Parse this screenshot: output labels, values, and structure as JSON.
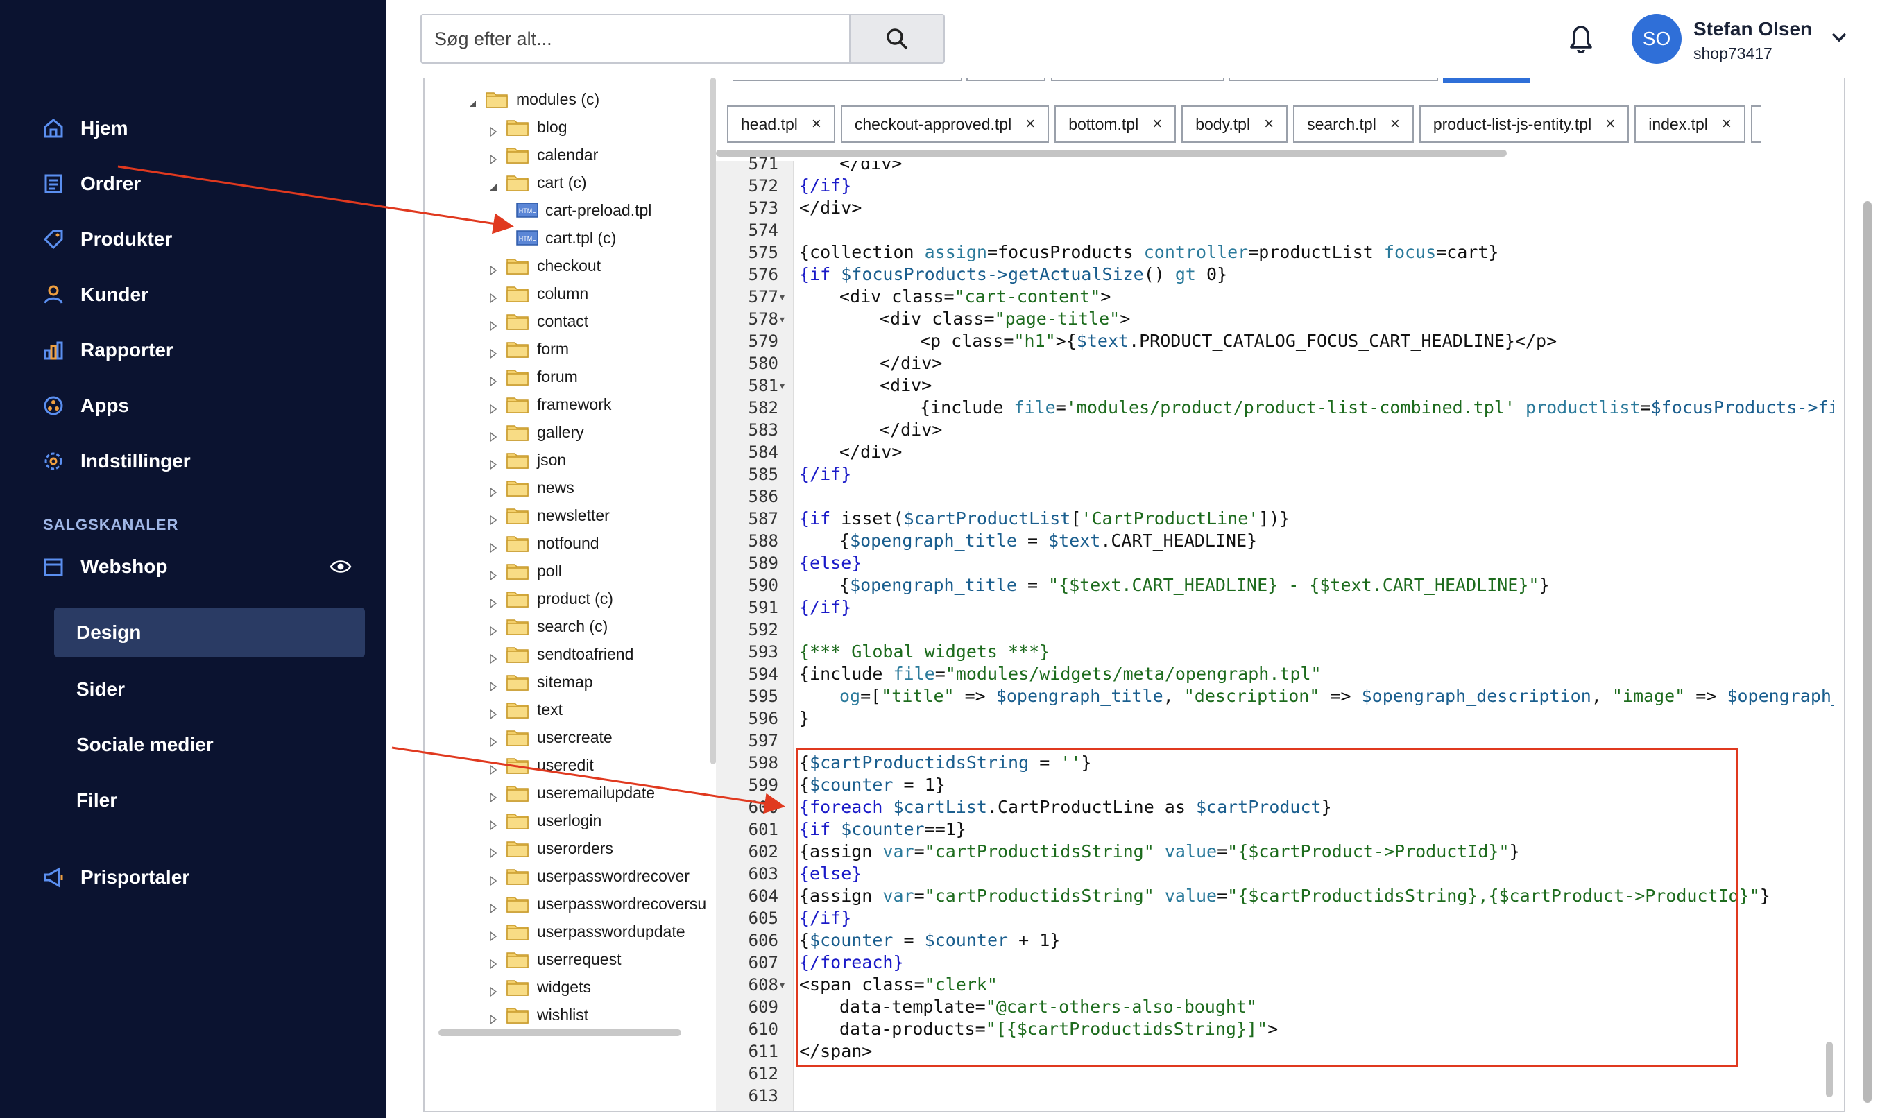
{
  "sidebar": {
    "items": [
      {
        "label": "Hjem",
        "icon": "home-icon"
      },
      {
        "label": "Ordrer",
        "icon": "orders-icon"
      },
      {
        "label": "Produkter",
        "icon": "tag-icon"
      },
      {
        "label": "Kunder",
        "icon": "user-icon"
      },
      {
        "label": "Rapporter",
        "icon": "bar-chart-icon"
      },
      {
        "label": "Apps",
        "icon": "apps-icon"
      },
      {
        "label": "Indstillinger",
        "icon": "gear-icon"
      }
    ],
    "section_label": "SALGSKANALER",
    "webshop": {
      "label": "Webshop",
      "icon": "store-icon",
      "visibility_icon": "eye-icon"
    },
    "subitems": [
      {
        "label": "Design",
        "active": true
      },
      {
        "label": "Sider",
        "active": false
      },
      {
        "label": "Sociale medier",
        "active": false
      },
      {
        "label": "Filer",
        "active": false
      }
    ],
    "prisportaler": {
      "label": "Prisportaler",
      "icon": "megaphone-icon"
    }
  },
  "topbar": {
    "search_placeholder": "Søg efter alt...",
    "user": {
      "initials": "SO",
      "name": "Stefan Olsen",
      "shop": "shop73417"
    }
  },
  "tree": {
    "items": [
      {
        "label": "modules (c)",
        "type": "folder",
        "state": "open",
        "indent": 0
      },
      {
        "label": "blog",
        "type": "folder",
        "state": "closed",
        "indent": 1
      },
      {
        "label": "calendar",
        "type": "folder",
        "state": "closed",
        "indent": 1
      },
      {
        "label": "cart (c)",
        "type": "folder",
        "state": "open",
        "indent": 1
      },
      {
        "label": "cart-preload.tpl",
        "type": "file",
        "indent": 2
      },
      {
        "label": "cart.tpl (c)",
        "type": "file",
        "indent": 2
      },
      {
        "label": "checkout",
        "type": "folder",
        "state": "closed",
        "indent": 1
      },
      {
        "label": "column",
        "type": "folder",
        "state": "closed",
        "indent": 1
      },
      {
        "label": "contact",
        "type": "folder",
        "state": "closed",
        "indent": 1
      },
      {
        "label": "form",
        "type": "folder",
        "state": "closed",
        "indent": 1
      },
      {
        "label": "forum",
        "type": "folder",
        "state": "closed",
        "indent": 1
      },
      {
        "label": "framework",
        "type": "folder",
        "state": "closed",
        "indent": 1
      },
      {
        "label": "gallery",
        "type": "folder",
        "state": "closed",
        "indent": 1
      },
      {
        "label": "json",
        "type": "folder",
        "state": "closed",
        "indent": 1
      },
      {
        "label": "news",
        "type": "folder",
        "state": "closed",
        "indent": 1
      },
      {
        "label": "newsletter",
        "type": "folder",
        "state": "closed",
        "indent": 1
      },
      {
        "label": "notfound",
        "type": "folder",
        "state": "closed",
        "indent": 1
      },
      {
        "label": "poll",
        "type": "folder",
        "state": "closed",
        "indent": 1
      },
      {
        "label": "product (c)",
        "type": "folder",
        "state": "closed",
        "indent": 1
      },
      {
        "label": "search (c)",
        "type": "folder",
        "state": "closed",
        "indent": 1
      },
      {
        "label": "sendtoafriend",
        "type": "folder",
        "state": "closed",
        "indent": 1
      },
      {
        "label": "sitemap",
        "type": "folder",
        "state": "closed",
        "indent": 1
      },
      {
        "label": "text",
        "type": "folder",
        "state": "closed",
        "indent": 1
      },
      {
        "label": "usercreate",
        "type": "folder",
        "state": "closed",
        "indent": 1
      },
      {
        "label": "useredit",
        "type": "folder",
        "state": "closed",
        "indent": 1
      },
      {
        "label": "useremailupdate",
        "type": "folder",
        "state": "closed",
        "indent": 1
      },
      {
        "label": "userlogin",
        "type": "folder",
        "state": "closed",
        "indent": 1
      },
      {
        "label": "userorders",
        "type": "folder",
        "state": "closed",
        "indent": 1
      },
      {
        "label": "userpasswordrecover",
        "type": "folder",
        "state": "closed",
        "indent": 1
      },
      {
        "label": "userpasswordrecoversu",
        "type": "folder",
        "state": "closed",
        "indent": 1
      },
      {
        "label": "userpasswordupdate",
        "type": "folder",
        "state": "closed",
        "indent": 1
      },
      {
        "label": "userrequest",
        "type": "folder",
        "state": "closed",
        "indent": 1
      },
      {
        "label": "widgets",
        "type": "folder",
        "state": "closed",
        "indent": 1
      },
      {
        "label": "wishlist",
        "type": "folder",
        "state": "closed",
        "indent": 1
      }
    ]
  },
  "editor": {
    "tabs": [
      {
        "label": "head.tpl",
        "close": "×"
      },
      {
        "label": "checkout-approved.tpl",
        "close": "×"
      },
      {
        "label": "bottom.tpl",
        "close": "×"
      },
      {
        "label": "body.tpl",
        "close": "×"
      },
      {
        "label": "search.tpl",
        "close": "×"
      },
      {
        "label": "product-list-js-entity.tpl",
        "close": "×"
      },
      {
        "label": "index.tpl",
        "close": "×"
      }
    ],
    "lines": [
      {
        "n": "571",
        "fold": false,
        "indent": 1,
        "segs": [
          [
            "</div>",
            "txt"
          ]
        ]
      },
      {
        "n": "572",
        "fold": false,
        "indent": 0,
        "segs": [
          [
            "{/if}",
            "kw"
          ]
        ]
      },
      {
        "n": "573",
        "fold": false,
        "indent": 0,
        "segs": [
          [
            "</div>",
            "txt"
          ]
        ]
      },
      {
        "n": "574",
        "fold": false,
        "indent": 0,
        "segs": []
      },
      {
        "n": "575",
        "fold": false,
        "indent": 0,
        "segs": [
          [
            "{collection ",
            "txt"
          ],
          [
            "assign",
            "attr"
          ],
          [
            "=focusProducts ",
            "txt"
          ],
          [
            "controller",
            "attr"
          ],
          [
            "=productList ",
            "txt"
          ],
          [
            "focus",
            "attr"
          ],
          [
            "=cart}",
            "txt"
          ]
        ]
      },
      {
        "n": "576",
        "fold": false,
        "indent": 0,
        "segs": [
          [
            "{if ",
            "kw"
          ],
          [
            "$focusProducts->getActualSize",
            "var"
          ],
          [
            "() ",
            "txt"
          ],
          [
            "gt",
            "attr"
          ],
          [
            " 0}",
            "txt"
          ]
        ]
      },
      {
        "n": "577",
        "fold": true,
        "indent": 1,
        "segs": [
          [
            "<div class=",
            "txt"
          ],
          [
            "\"cart-content\"",
            "str"
          ],
          [
            ">",
            "txt"
          ]
        ]
      },
      {
        "n": "578",
        "fold": true,
        "indent": 2,
        "segs": [
          [
            "<div class=",
            "txt"
          ],
          [
            "\"page-title\"",
            "str"
          ],
          [
            ">",
            "txt"
          ]
        ]
      },
      {
        "n": "579",
        "fold": false,
        "indent": 3,
        "segs": [
          [
            "<p class=",
            "txt"
          ],
          [
            "\"h1\"",
            "str"
          ],
          [
            ">{",
            "txt"
          ],
          [
            "$text",
            "var"
          ],
          [
            ".PRODUCT_CATALOG_FOCUS_CART_HEADLINE}</p>",
            "txt"
          ]
        ]
      },
      {
        "n": "580",
        "fold": false,
        "indent": 2,
        "segs": [
          [
            "</div>",
            "txt"
          ]
        ]
      },
      {
        "n": "581",
        "fold": true,
        "indent": 2,
        "segs": [
          [
            "<div>",
            "txt"
          ]
        ]
      },
      {
        "n": "582",
        "fold": false,
        "indent": 3,
        "segs": [
          [
            "{include ",
            "txt"
          ],
          [
            "file",
            "attr"
          ],
          [
            "=",
            "txt"
          ],
          [
            "'modules/product/product-list-combined.tpl'",
            "str"
          ],
          [
            " ",
            "txt"
          ],
          [
            "productlist",
            "attr"
          ],
          [
            "=",
            "txt"
          ],
          [
            "$focusProducts->filte",
            "var"
          ]
        ]
      },
      {
        "n": "583",
        "fold": false,
        "indent": 2,
        "segs": [
          [
            "</div>",
            "txt"
          ]
        ]
      },
      {
        "n": "584",
        "fold": false,
        "indent": 1,
        "segs": [
          [
            "</div>",
            "txt"
          ]
        ]
      },
      {
        "n": "585",
        "fold": false,
        "indent": 0,
        "segs": [
          [
            "{/if}",
            "kw"
          ]
        ]
      },
      {
        "n": "586",
        "fold": false,
        "indent": 0,
        "segs": []
      },
      {
        "n": "587",
        "fold": false,
        "indent": 0,
        "segs": [
          [
            "{if ",
            "kw"
          ],
          [
            "isset(",
            "txt"
          ],
          [
            "$cartProductList",
            "var"
          ],
          [
            "[",
            "txt"
          ],
          [
            "'CartProductLine'",
            "str"
          ],
          [
            "])}",
            "txt"
          ]
        ]
      },
      {
        "n": "588",
        "fold": false,
        "indent": 1,
        "segs": [
          [
            "{",
            "txt"
          ],
          [
            "$opengraph_title",
            "var"
          ],
          [
            " = ",
            "txt"
          ],
          [
            "$text",
            "var"
          ],
          [
            ".CART_HEADLINE}",
            "txt"
          ]
        ]
      },
      {
        "n": "589",
        "fold": false,
        "indent": 0,
        "segs": [
          [
            "{else}",
            "kw"
          ]
        ]
      },
      {
        "n": "590",
        "fold": false,
        "indent": 1,
        "segs": [
          [
            "{",
            "txt"
          ],
          [
            "$opengraph_title",
            "var"
          ],
          [
            " = ",
            "txt"
          ],
          [
            "\"{$text.CART_HEADLINE} - {$text.CART_HEADLINE}\"",
            "str"
          ],
          [
            "}",
            "txt"
          ]
        ]
      },
      {
        "n": "591",
        "fold": false,
        "indent": 0,
        "segs": [
          [
            "{/if}",
            "kw"
          ]
        ]
      },
      {
        "n": "592",
        "fold": false,
        "indent": 0,
        "segs": []
      },
      {
        "n": "593",
        "fold": false,
        "indent": 0,
        "segs": [
          [
            "{*** Global widgets ***}",
            "com"
          ]
        ]
      },
      {
        "n": "594",
        "fold": false,
        "indent": 0,
        "segs": [
          [
            "{include ",
            "txt"
          ],
          [
            "file",
            "attr"
          ],
          [
            "=",
            "txt"
          ],
          [
            "\"modules/widgets/meta/opengraph.tpl\"",
            "str"
          ]
        ]
      },
      {
        "n": "595",
        "fold": false,
        "indent": 1,
        "segs": [
          [
            "og",
            "attr"
          ],
          [
            "=[",
            "txt"
          ],
          [
            "\"title\"",
            "str"
          ],
          [
            " => ",
            "txt"
          ],
          [
            "$opengraph_title",
            "var"
          ],
          [
            ", ",
            "txt"
          ],
          [
            "\"description\"",
            "str"
          ],
          [
            " => ",
            "txt"
          ],
          [
            "$opengraph_description",
            "var"
          ],
          [
            ", ",
            "txt"
          ],
          [
            "\"image\"",
            "str"
          ],
          [
            " => ",
            "txt"
          ],
          [
            "$opengraph_ima",
            "var"
          ]
        ]
      },
      {
        "n": "596",
        "fold": false,
        "indent": 0,
        "segs": [
          [
            "}",
            "txt"
          ]
        ]
      },
      {
        "n": "597",
        "fold": false,
        "indent": 0,
        "segs": []
      },
      {
        "n": "598",
        "fold": false,
        "indent": 0,
        "segs": [
          [
            "{",
            "txt"
          ],
          [
            "$cartProductidsString",
            "var"
          ],
          [
            " = ",
            "txt"
          ],
          [
            "''",
            "str"
          ],
          [
            "}",
            "txt"
          ]
        ]
      },
      {
        "n": "599",
        "fold": false,
        "indent": 0,
        "segs": [
          [
            "{",
            "txt"
          ],
          [
            "$counter",
            "var"
          ],
          [
            " = 1}",
            "txt"
          ]
        ]
      },
      {
        "n": "600",
        "fold": false,
        "indent": 0,
        "segs": [
          [
            "{foreach ",
            "kw"
          ],
          [
            "$cartList",
            "var"
          ],
          [
            ".CartProductLine as ",
            "txt"
          ],
          [
            "$cartProduct",
            "var"
          ],
          [
            "}",
            "txt"
          ]
        ]
      },
      {
        "n": "601",
        "fold": false,
        "indent": 0,
        "segs": [
          [
            "{if ",
            "kw"
          ],
          [
            "$counter",
            "var"
          ],
          [
            "==1}",
            "txt"
          ]
        ]
      },
      {
        "n": "602",
        "fold": false,
        "indent": 0,
        "segs": [
          [
            "{assign ",
            "txt"
          ],
          [
            "var",
            "attr"
          ],
          [
            "=",
            "txt"
          ],
          [
            "\"cartProductidsString\"",
            "str"
          ],
          [
            " ",
            "txt"
          ],
          [
            "value",
            "attr"
          ],
          [
            "=",
            "txt"
          ],
          [
            "\"{$cartProduct->ProductId}\"",
            "str"
          ],
          [
            "}",
            "txt"
          ]
        ]
      },
      {
        "n": "603",
        "fold": false,
        "indent": 0,
        "segs": [
          [
            "{else}",
            "kw"
          ]
        ]
      },
      {
        "n": "604",
        "fold": false,
        "indent": 0,
        "segs": [
          [
            "{assign ",
            "txt"
          ],
          [
            "var",
            "attr"
          ],
          [
            "=",
            "txt"
          ],
          [
            "\"cartProductidsString\"",
            "str"
          ],
          [
            " ",
            "txt"
          ],
          [
            "value",
            "attr"
          ],
          [
            "=",
            "txt"
          ],
          [
            "\"{$cartProductidsString},{$cartProduct->ProductId}\"",
            "str"
          ],
          [
            "}",
            "txt"
          ]
        ]
      },
      {
        "n": "605",
        "fold": false,
        "indent": 0,
        "segs": [
          [
            "{/if}",
            "kw"
          ]
        ]
      },
      {
        "n": "606",
        "fold": false,
        "indent": 0,
        "segs": [
          [
            "{",
            "txt"
          ],
          [
            "$counter",
            "var"
          ],
          [
            " = ",
            "txt"
          ],
          [
            "$counter",
            "var"
          ],
          [
            " + 1}",
            "txt"
          ]
        ]
      },
      {
        "n": "607",
        "fold": false,
        "indent": 0,
        "segs": [
          [
            "{/foreach}",
            "kw"
          ]
        ]
      },
      {
        "n": "608",
        "fold": true,
        "indent": 0,
        "segs": [
          [
            "<span class=",
            "txt"
          ],
          [
            "\"clerk\"",
            "str"
          ]
        ]
      },
      {
        "n": "609",
        "fold": false,
        "indent": 1,
        "segs": [
          [
            "data-template=",
            "txt"
          ],
          [
            "\"@cart-others-also-bought\"",
            "str"
          ]
        ]
      },
      {
        "n": "610",
        "fold": false,
        "indent": 1,
        "segs": [
          [
            "data-products=",
            "txt"
          ],
          [
            "\"[{$cartProductidsString}]\"",
            "str"
          ],
          [
            ">",
            "txt"
          ]
        ]
      },
      {
        "n": "611",
        "fold": false,
        "indent": 0,
        "segs": [
          [
            "</span>",
            "txt"
          ]
        ]
      },
      {
        "n": "612",
        "fold": false,
        "indent": 0,
        "segs": []
      },
      {
        "n": "613",
        "fold": false,
        "indent": 0,
        "segs": []
      }
    ]
  },
  "colors": {
    "sidebar_bg": "#0b1330",
    "active_item_bg": "#2a3b64",
    "accent": "#2f6fd8",
    "annotation": "#e0391f"
  }
}
